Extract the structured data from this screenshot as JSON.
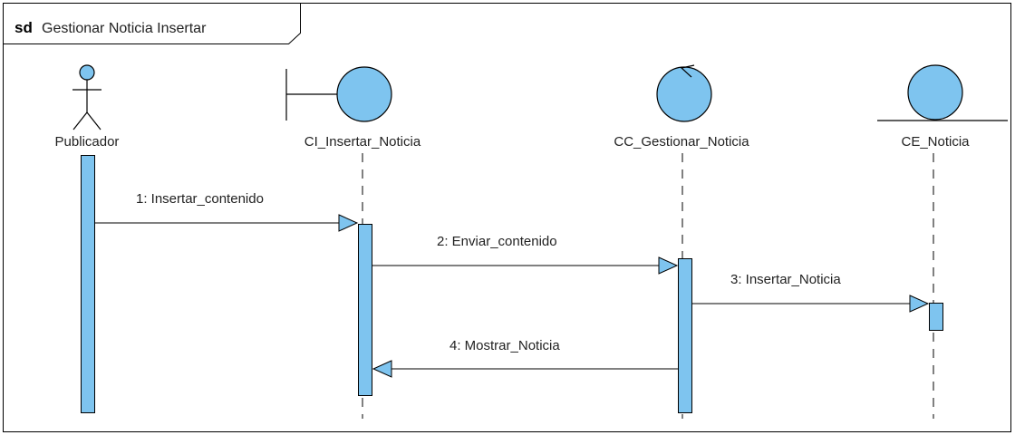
{
  "frame": {
    "keyword": "sd",
    "title": "Gestionar Noticia Insertar"
  },
  "lifelines": [
    {
      "id": "publicador",
      "kind": "actor",
      "name": "Publicador"
    },
    {
      "id": "ci",
      "kind": "boundary",
      "name": "CI_Insertar_Noticia"
    },
    {
      "id": "cc",
      "kind": "control",
      "name": "CC_Gestionar_Noticia"
    },
    {
      "id": "ce",
      "kind": "entity",
      "name": "CE_Noticia"
    }
  ],
  "messages": [
    {
      "label": "1: Insertar_contenido",
      "from": "publicador",
      "to": "ci"
    },
    {
      "label": "2: Enviar_contenido",
      "from": "ci",
      "to": "cc"
    },
    {
      "label": "3: Insertar_Noticia",
      "from": "cc",
      "to": "ce"
    },
    {
      "label": "4: Mostrar_Noticia",
      "from": "cc",
      "to": "ci"
    }
  ],
  "colors": {
    "fill": "#7ec4ef",
    "stroke": "#000000",
    "text": "#222222",
    "background": "#ffffff"
  }
}
